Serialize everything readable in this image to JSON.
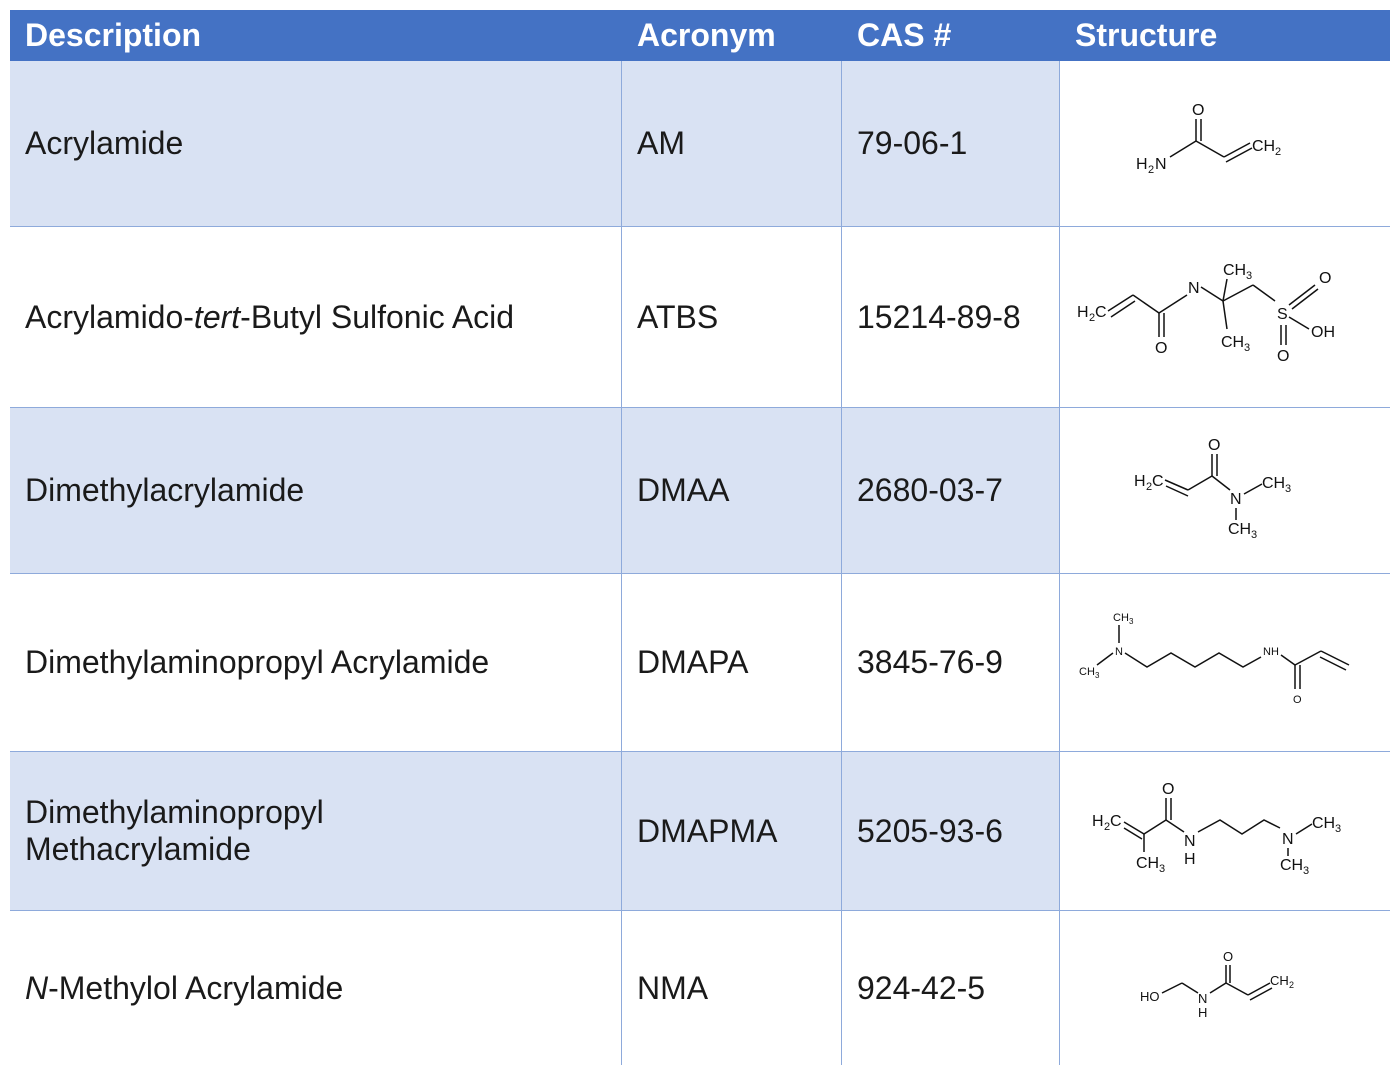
{
  "table": {
    "headers": [
      "Description",
      "Acronym",
      "CAS #",
      "Structure"
    ],
    "rows": [
      {
        "description": "Acrylamide",
        "acronym": "AM",
        "cas": "79-06-1",
        "structure_icon": "acrylamide-structure-icon"
      },
      {
        "description_pre": "Acrylamido-",
        "description_italic": "tert",
        "description_post": "-Butyl Sulfonic  Acid",
        "acronym": "ATBS",
        "cas": "15214-89-8",
        "structure_icon": "atbs-structure-icon"
      },
      {
        "description": "Dimethylacrylamide",
        "acronym": "DMAA",
        "cas": "2680-03-7",
        "structure_icon": "dmaa-structure-icon"
      },
      {
        "description": "Dimethylaminopropyl Acrylamide",
        "acronym": "DMAPA",
        "cas": "3845-76-9",
        "structure_icon": "dmapa-structure-icon"
      },
      {
        "description_line1": "Dimethylaminopropyl",
        "description_line2": "Methacrylamide",
        "acronym": "DMAPMA",
        "cas": "5205-93-6",
        "structure_icon": "dmapma-structure-icon"
      },
      {
        "description_italic": "N",
        "description_post": "-Methylol Acrylamide",
        "acronym": "NMA",
        "cas": "924-42-5",
        "structure_icon": "nma-structure-icon"
      }
    ]
  },
  "colors": {
    "header_bg": "#4472c4",
    "shaded_bg": "#d9e2f3",
    "border": "#8eaadb"
  }
}
